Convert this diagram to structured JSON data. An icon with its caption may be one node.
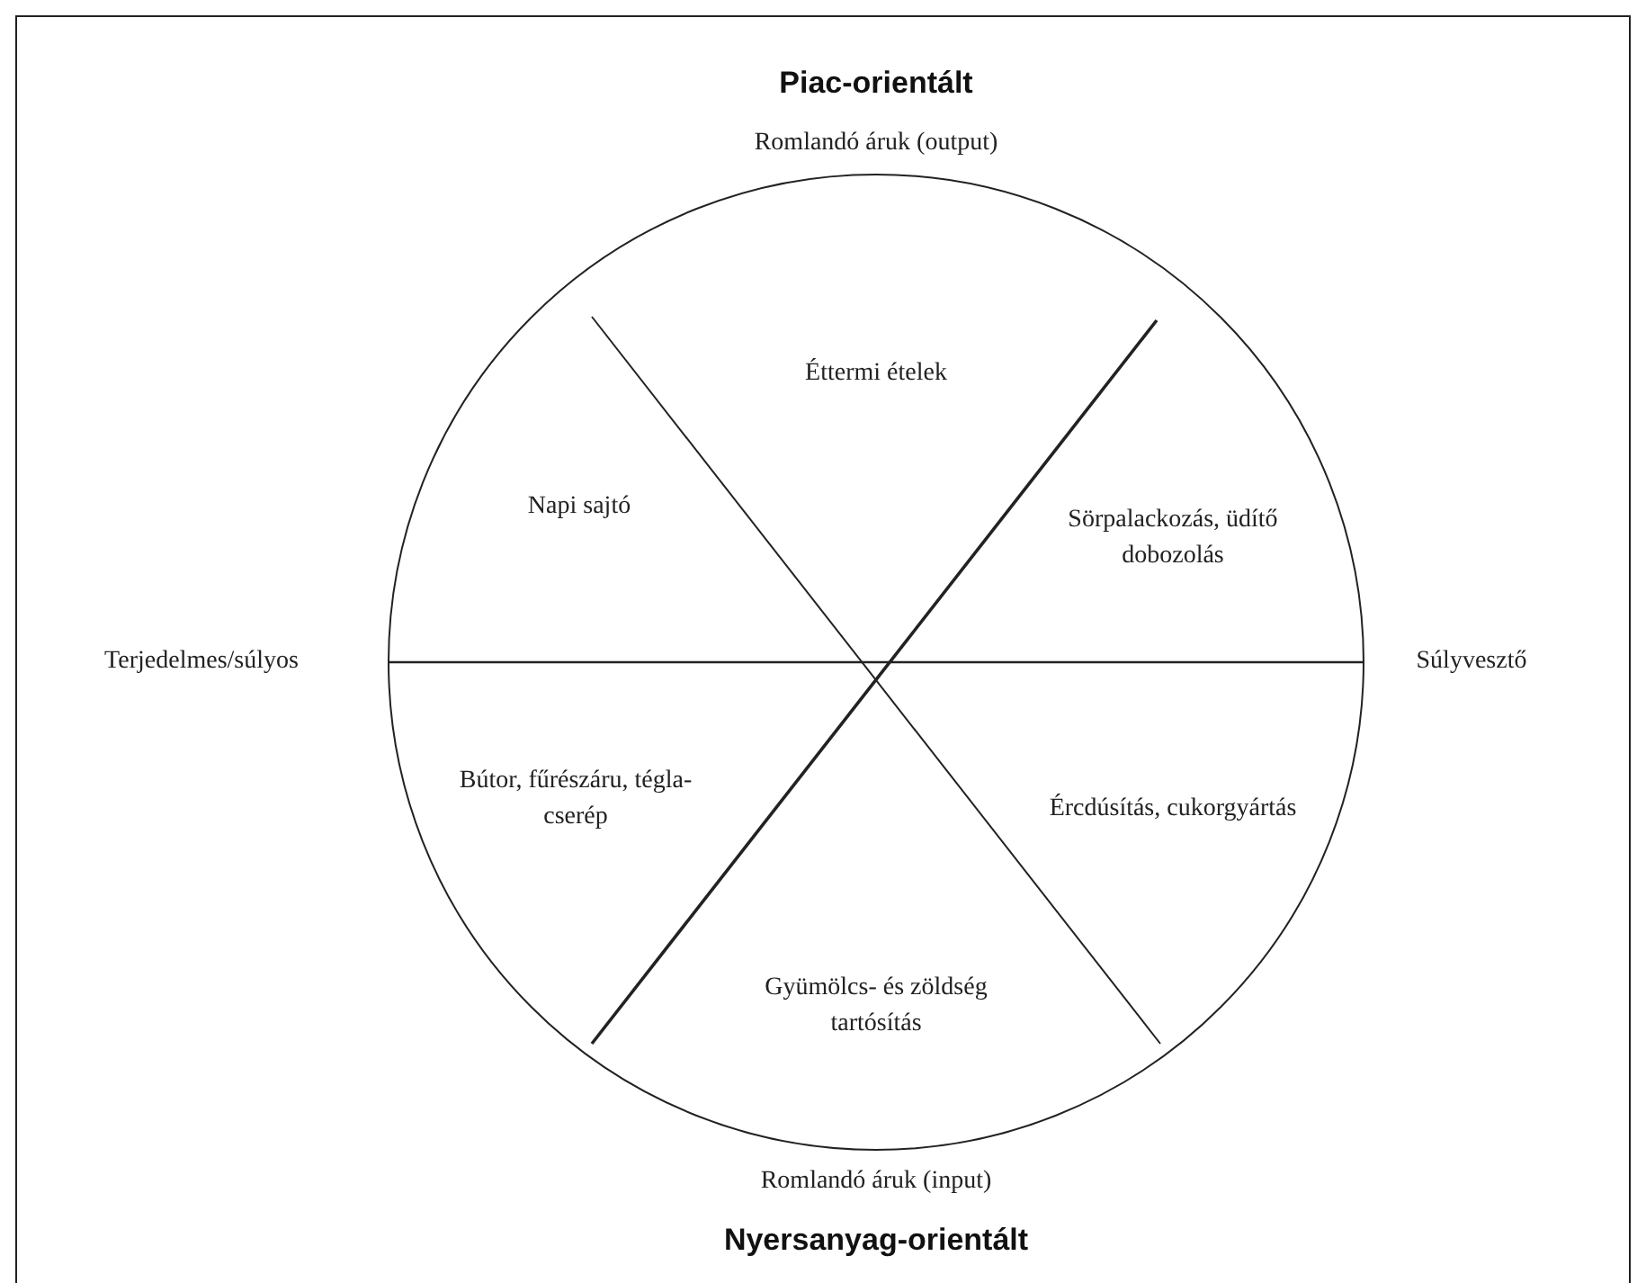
{
  "diagram": {
    "nodes": [
      {
        "text": [
          "Éttermi ételek"
        ]
      },
      {
        "text": [
          "Napi sajtó"
        ]
      },
      {
        "text": [
          "Sörpalackozás, üdítő dobozolás"
        ]
      },
      {
        "text": [
          "Bútor, fűrészáru, tégla-cserép"
        ]
      },
      {
        "text": [
          "Ércdúsítás, cukorgyártás"
        ]
      },
      {
        "text": [
          "Gyümölcs- és zöldség tartósítás"
        ]
      }
    ],
    "labels": [
      "Piac-orientált",
      "Romlandó áruk (output)",
      "Terjedelmes/súlyos",
      "Súlyvesztő",
      "Romlandó áruk (input)",
      "Nyersanyag-orientált"
    ]
  }
}
